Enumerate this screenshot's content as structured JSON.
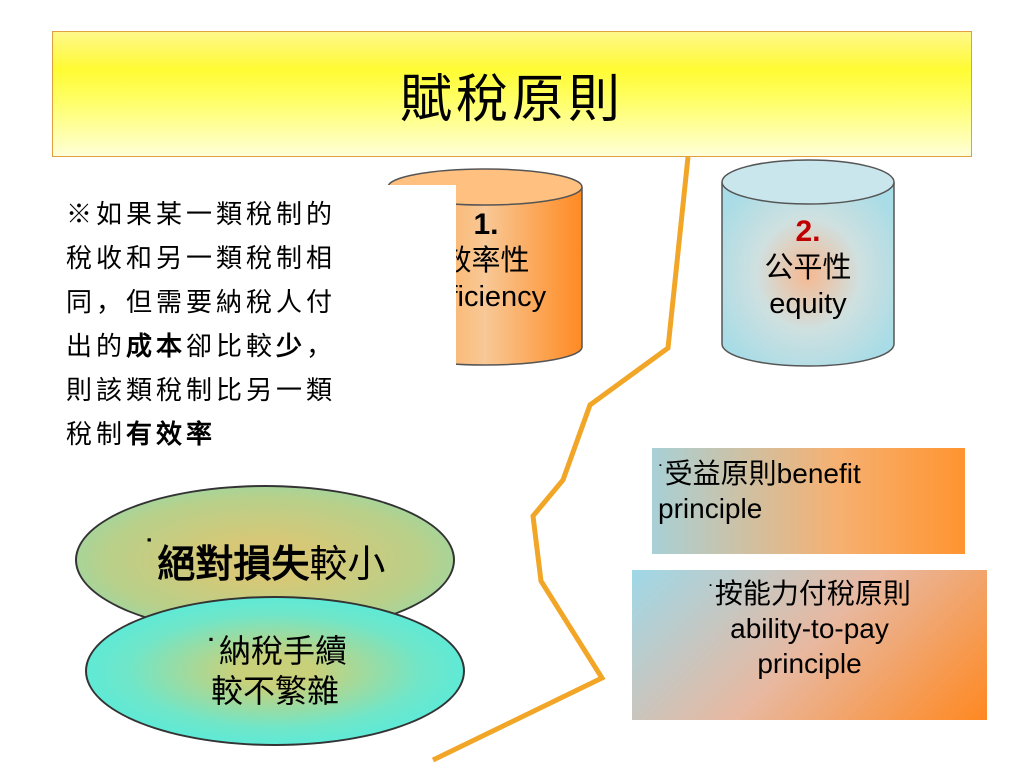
{
  "title": "賦稅原則",
  "cylinder1": {
    "number": "1.",
    "label_zh": "效率性",
    "label_en": "efficiency"
  },
  "cylinder2": {
    "number": "2.",
    "label_zh": "公平性",
    "label_en": "equity"
  },
  "note": {
    "lines": [
      "※如果某一類稅制的",
      "稅收和另一類稅制相",
      "同，但需要納稅人付"
    ],
    "line4_pre": "出的",
    "line4_bold1": "成本",
    "line4_mid": "卻比較",
    "line4_bold2": "少",
    "line4_post": "，",
    "line5": "則該類稅制比另一類",
    "line6_pre": "稅制",
    "line6_bold": "有效率"
  },
  "ellipse1": {
    "bullet": "˙",
    "bold": "絕對損失",
    "rest": "較小"
  },
  "ellipse2": {
    "bullet": "˙",
    "line1": "納稅手續",
    "line2": "較不繁雜"
  },
  "principle1": {
    "bullet": "˙",
    "text1": "受益原則benefit",
    "text2": "principle"
  },
  "principle2": {
    "bullet": "˙",
    "text1": "按能力付稅原則",
    "text2": "ability-to-pay",
    "text3": "principle"
  }
}
